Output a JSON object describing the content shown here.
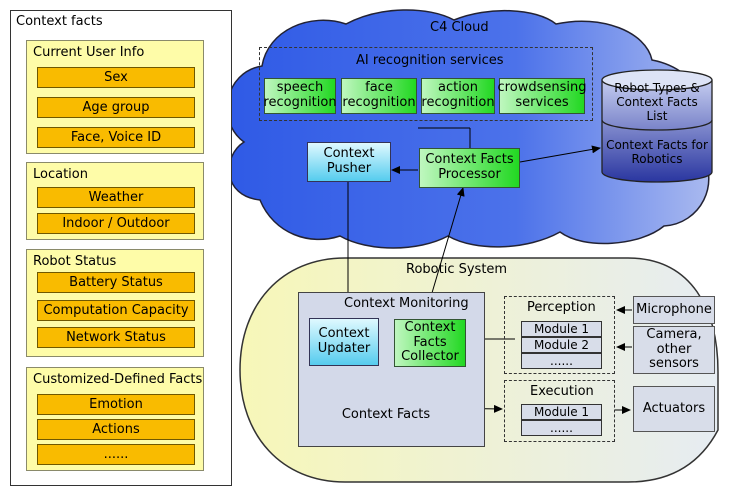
{
  "context_facts": {
    "title": "Context facts",
    "groups": [
      {
        "title": "Current User Info",
        "items": [
          "Sex",
          "Age group",
          "Face, Voice ID"
        ]
      },
      {
        "title": "Location",
        "items": [
          "Weather",
          "Indoor / Outdoor"
        ]
      },
      {
        "title": "Robot Status",
        "items": [
          "Battery Status",
          "Computation Capacity",
          "Network Status"
        ]
      },
      {
        "title": "Customized-Defined Facts",
        "items": [
          "Emotion",
          "Actions",
          "......"
        ]
      }
    ]
  },
  "cloud": {
    "title": "C4 Cloud",
    "ai_services": {
      "title": "AI recognition services",
      "items": [
        "speech recognition",
        "face recognition",
        "action recognition",
        "crowdsensing services"
      ]
    },
    "database": {
      "top_label": "Robot Types & Context Facts List",
      "bottom_label": "Context Facts for Robotics"
    },
    "context_pusher": "Context Pusher",
    "context_facts_processor": "Context Facts Processor"
  },
  "robotic_system": {
    "title": "Robotic System",
    "context_monitoring": {
      "title": "Context Monitoring",
      "updater": "Context Updater",
      "collector": "Context Facts Collector",
      "facts": "Context Facts"
    },
    "perception": {
      "title": "Perception",
      "modules": [
        "Module 1",
        "Module 2",
        "......"
      ]
    },
    "execution": {
      "title": "Execution",
      "modules": [
        "Module 1",
        "......"
      ]
    }
  },
  "devices": {
    "microphone": "Microphone",
    "camera": "Camera, other sensors",
    "actuators": "Actuators"
  },
  "colors": {
    "group_fill": "#fefca8",
    "item_fill": "#f9bb00",
    "cloud_fill": "#3d63e8",
    "robotic_fill": "#f3f3b4",
    "service_green": "#22d822"
  }
}
